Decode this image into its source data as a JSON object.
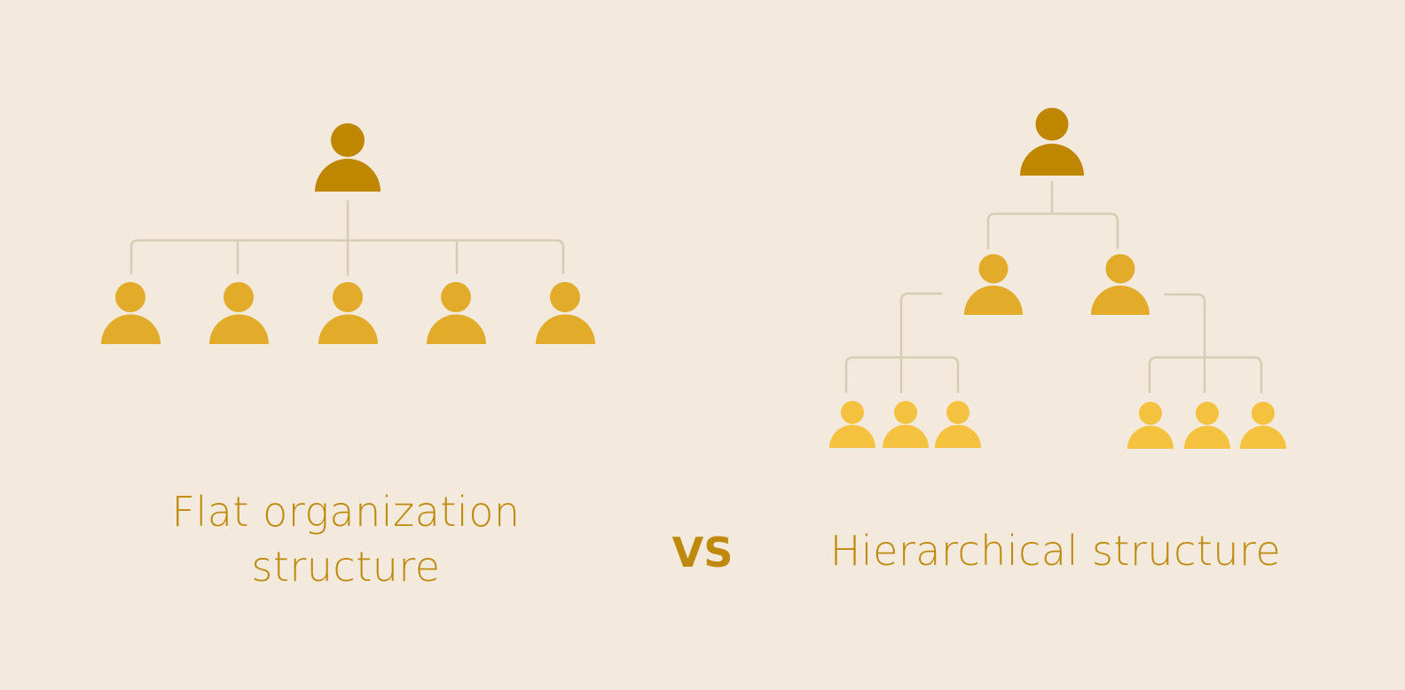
{
  "flat": {
    "title_line1": "Flat organization",
    "title_line2": "structure"
  },
  "vs": "VS",
  "hierarchical": {
    "title": "Hierarchical structure"
  },
  "colors": {
    "background": "#f3eadd",
    "leader": "#bf8600",
    "level2": "#e2ac2a",
    "level3": "#f5c23f",
    "connector": "#d9ccb5",
    "text": "#bf8a0c"
  },
  "icons": {
    "person": "person-icon"
  }
}
